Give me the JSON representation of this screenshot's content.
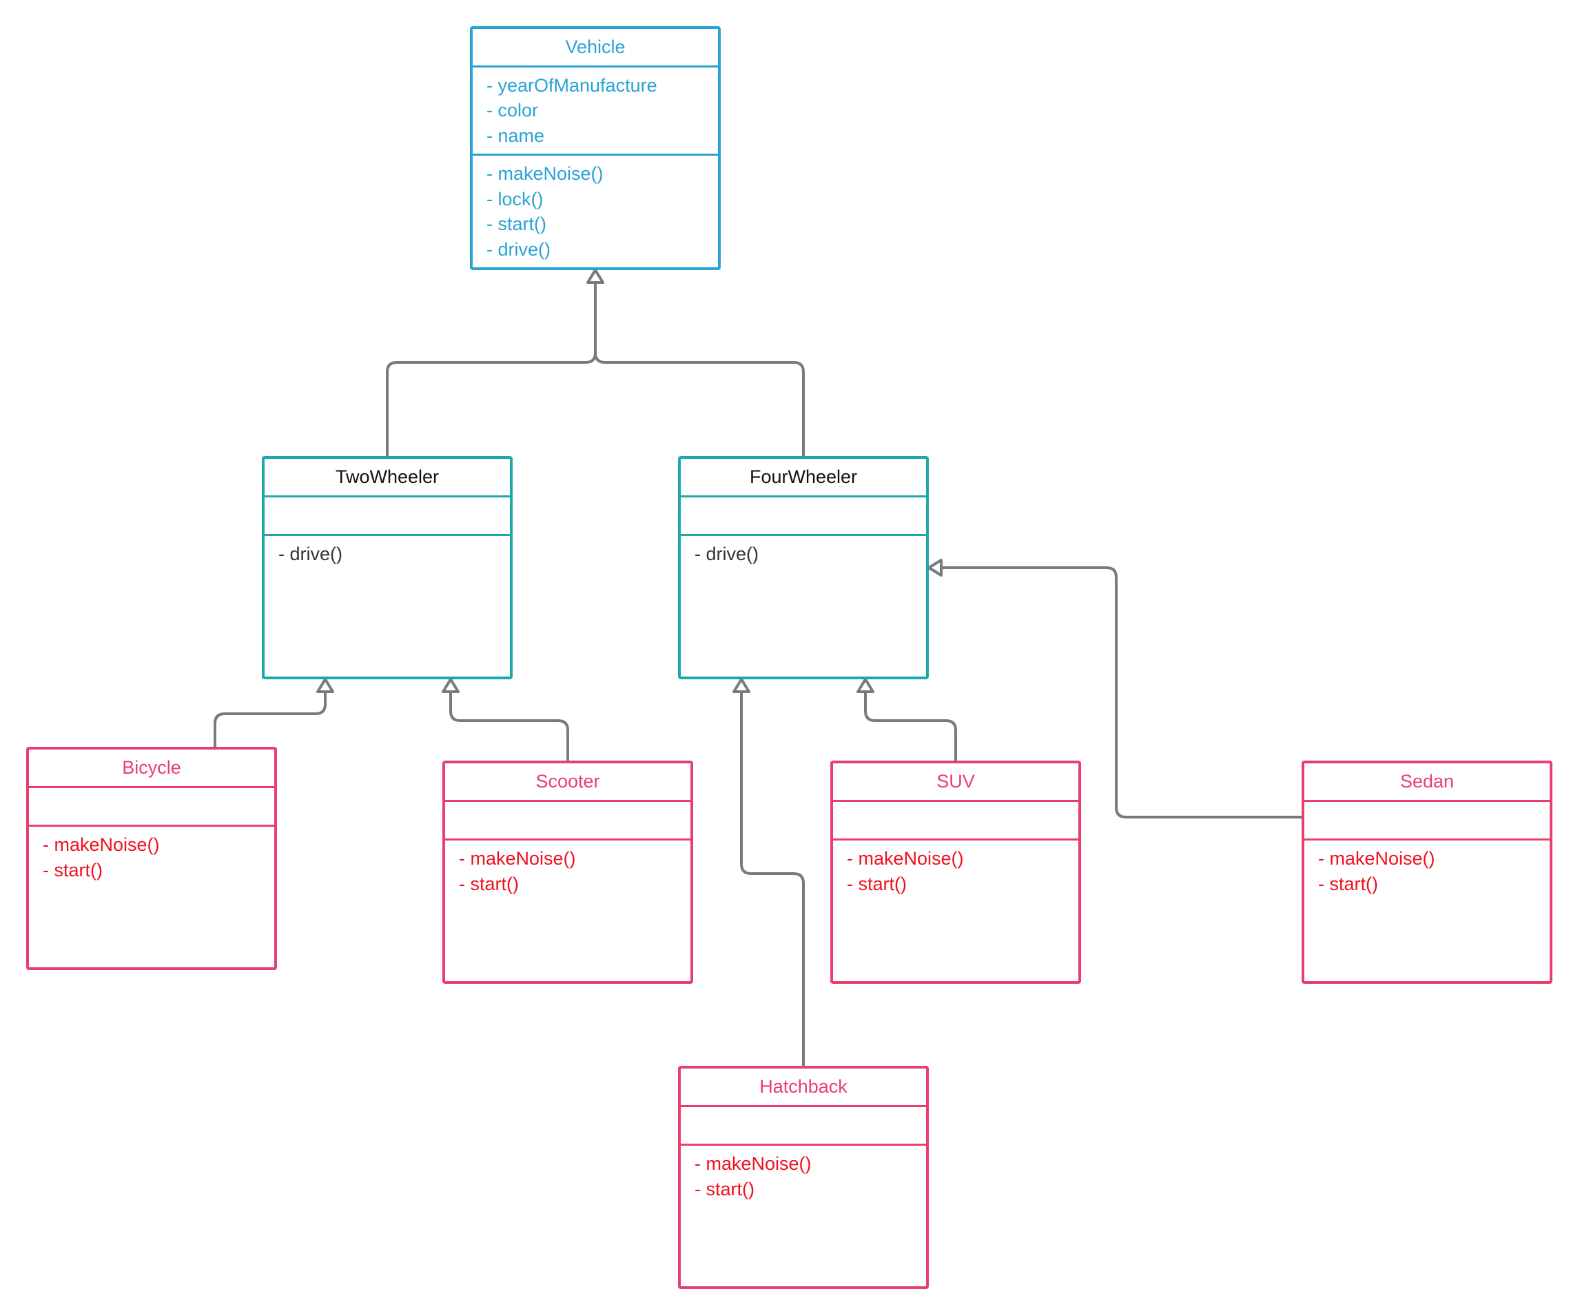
{
  "classes": {
    "vehicle": {
      "name": "Vehicle",
      "attributes": [
        "- yearOfManufacture",
        "- color",
        "- name"
      ],
      "operations": [
        "- makeNoise()",
        "- lock()",
        "- start()",
        "- drive()"
      ]
    },
    "twowheeler": {
      "name": "TwoWheeler",
      "operations": [
        "- drive()"
      ]
    },
    "fourwheeler": {
      "name": "FourWheeler",
      "operations": [
        "- drive()"
      ]
    },
    "bicycle": {
      "name": "Bicycle",
      "operations": [
        "- makeNoise()",
        "- start()"
      ]
    },
    "scooter": {
      "name": "Scooter",
      "operations": [
        "- makeNoise()",
        "- start()"
      ]
    },
    "suv": {
      "name": "SUV",
      "operations": [
        "- makeNoise()",
        "- start()"
      ]
    },
    "sedan": {
      "name": "Sedan",
      "operations": [
        "- makeNoise()",
        "- start()"
      ]
    },
    "hatchback": {
      "name": "Hatchback",
      "operations": [
        "- makeNoise()",
        "- start()"
      ]
    }
  },
  "relationships": [
    {
      "type": "generalization",
      "child": "TwoWheeler",
      "parent": "Vehicle"
    },
    {
      "type": "generalization",
      "child": "FourWheeler",
      "parent": "Vehicle"
    },
    {
      "type": "generalization",
      "child": "Bicycle",
      "parent": "TwoWheeler"
    },
    {
      "type": "generalization",
      "child": "Scooter",
      "parent": "TwoWheeler"
    },
    {
      "type": "generalization",
      "child": "Hatchback",
      "parent": "FourWheeler"
    },
    {
      "type": "generalization",
      "child": "SUV",
      "parent": "FourWheeler"
    },
    {
      "type": "generalization",
      "child": "Sedan",
      "parent": "FourWheeler"
    }
  ],
  "colors": {
    "base_class": "#29a3d3",
    "intermediate_class": "#1fa8aa",
    "leaf_class_border": "#ea3f6c",
    "leaf_class_members": "#ef1020",
    "connector": "#7a7a7a"
  }
}
